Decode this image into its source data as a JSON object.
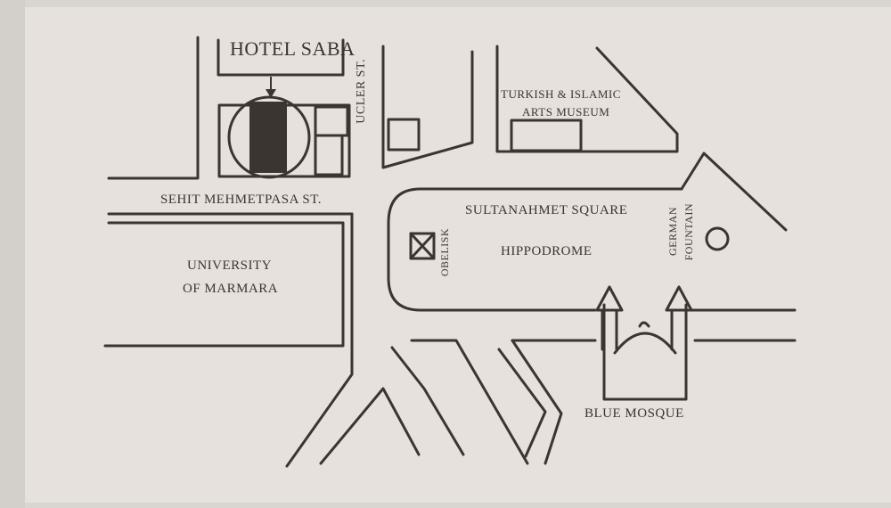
{
  "map": {
    "hotel": "HOTEL SABA",
    "streets": {
      "ucler": "UCLER ST.",
      "sehit": "SEHIT MEHMETPASA ST."
    },
    "places": {
      "museum_line1": "TURKISH & ISLAMIC",
      "museum_line2": "ARTS MUSEUM",
      "square": "SULTANAHMET SQUARE",
      "hippodrome": "HIPPODROME",
      "obelisk": "OBELISK",
      "fountain_line1": "GERMAN",
      "fountain_line2": "FOUNTAIN",
      "university_line1": "UNIVERSITY",
      "university_line2": "OF MARMARA",
      "mosque": "BLUE MOSQUE"
    }
  },
  "colors": {
    "card": "#e6e1dc",
    "ink": "#3a3530",
    "background": "#d9d6d2"
  }
}
